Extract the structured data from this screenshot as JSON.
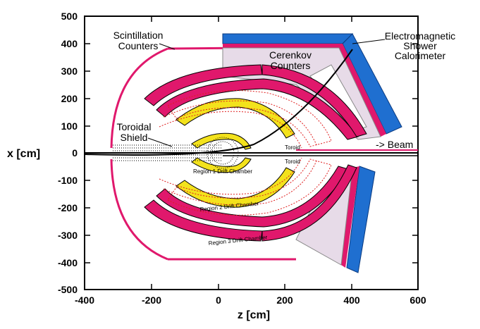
{
  "axes": {
    "x_title": "z  [cm]",
    "y_title": "x  [cm]",
    "x_ticks": [
      "-400",
      "-200",
      "0",
      "200",
      "400",
      "600"
    ],
    "y_ticks": [
      "500",
      "400",
      "300",
      "200",
      "100",
      "0",
      "-100",
      "-200",
      "-300",
      "-400",
      "-500"
    ]
  },
  "labels": {
    "scint_line1": "Scintillation",
    "scint_line2": "Counters",
    "cerenkov_line1": "Cerenkov",
    "cerenkov_line2": "Counters",
    "ec_line1": "Electromagnetic",
    "ec_line2": "Shower",
    "ec_line3": "Calorimeter",
    "toroidal_line1": "Toroidal",
    "toroidal_line2": "Shield",
    "beam": "-> Beam",
    "toroid_top": "Toroid",
    "toroid_bottom": "Toroid",
    "region1": "Region 1 Drift Chamber",
    "region2": "Region 2 Drift Chamber",
    "region3": "Region 3 Drift Chamber"
  },
  "colors": {
    "magenta": "#e0186c",
    "blue": "#1f6fd0",
    "yellow": "#f3e21c",
    "lavender": "#e7dbe8",
    "red": "#e02020",
    "black": "#000000"
  }
}
